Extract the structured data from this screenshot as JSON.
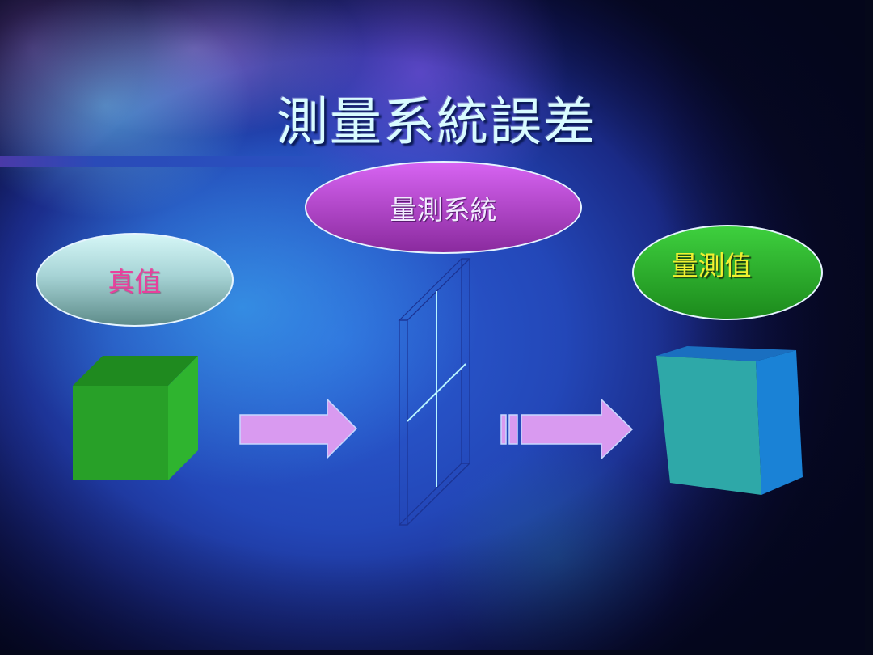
{
  "slide": {
    "title": "測量系統誤差",
    "diagram": {
      "measurement_system": {
        "label": "量測系統",
        "color": "#b048c8"
      },
      "true_value": {
        "label": "真值",
        "color": "#b8e2e2",
        "text_color": "#e8409c"
      },
      "measured_value": {
        "label": "量測值",
        "color": "#2db42d",
        "text_color": "#f2f030"
      },
      "objects": [
        {
          "name": "true-value-cube",
          "front": "#28a028",
          "top": "#1f8a1f",
          "side": "#2fb42f"
        },
        {
          "name": "measurement-glass-panel",
          "stroke": "#1f3aa0",
          "cross_lines": "#b8f4ff"
        },
        {
          "name": "measured-value-box",
          "front": "#2ea8a8",
          "side": "#1a82d6"
        }
      ],
      "arrows": [
        {
          "name": "input-arrow",
          "fill": "#d99af0"
        },
        {
          "name": "output-arrow",
          "fill": "#d99af0",
          "tail_marks": 2
        }
      ]
    }
  }
}
